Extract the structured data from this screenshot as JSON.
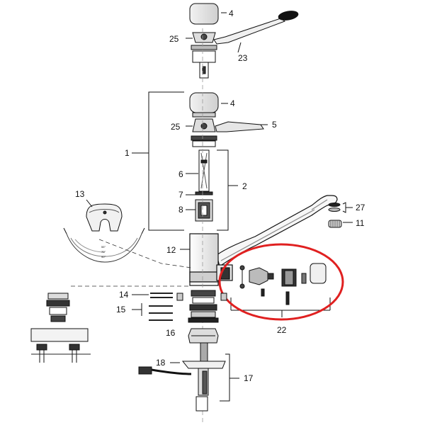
{
  "diagram": {
    "callouts": [
      {
        "id": "c4a",
        "text": "4"
      },
      {
        "id": "c25a",
        "text": "25"
      },
      {
        "id": "c23",
        "text": "23"
      },
      {
        "id": "c4b",
        "text": "4"
      },
      {
        "id": "c25b",
        "text": "25"
      },
      {
        "id": "c5",
        "text": "5"
      },
      {
        "id": "c1",
        "text": "1"
      },
      {
        "id": "c6",
        "text": "6"
      },
      {
        "id": "c2",
        "text": "2"
      },
      {
        "id": "c7",
        "text": "7"
      },
      {
        "id": "c8",
        "text": "8"
      },
      {
        "id": "c13",
        "text": "13"
      },
      {
        "id": "c27",
        "text": "27"
      },
      {
        "id": "c11",
        "text": "11"
      },
      {
        "id": "c12",
        "text": "12"
      },
      {
        "id": "c14",
        "text": "14"
      },
      {
        "id": "c15",
        "text": "15"
      },
      {
        "id": "c16",
        "text": "16"
      },
      {
        "id": "c18",
        "text": "18"
      },
      {
        "id": "c17",
        "text": "17"
      },
      {
        "id": "c22",
        "text": "22"
      }
    ],
    "angle_marks": [
      {
        "id": "a55",
        "text": "55°"
      },
      {
        "id": "a70",
        "text": "70°"
      },
      {
        "id": "a90",
        "text": "90°"
      }
    ],
    "highlight": {
      "color": "#e02020",
      "target": "22"
    }
  }
}
